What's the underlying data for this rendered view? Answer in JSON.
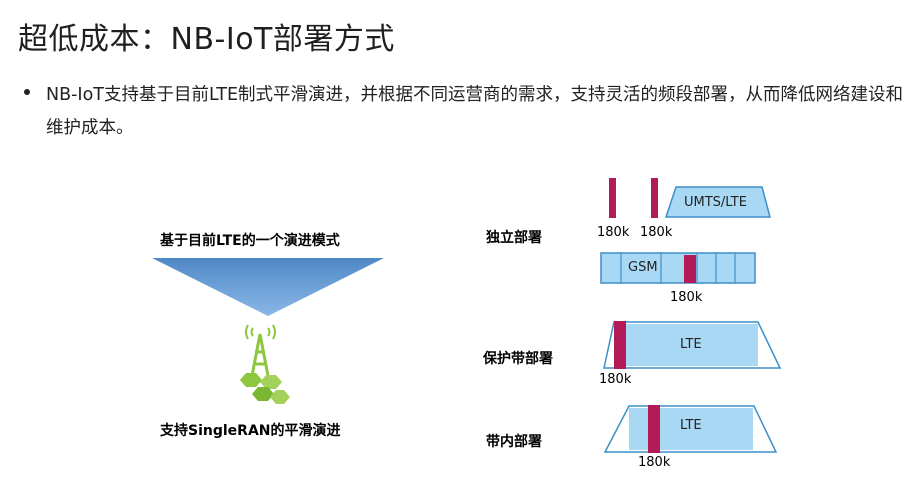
{
  "title": "超低成本：NB-IoT部署方式",
  "bullet": "NB-IoT支持基于目前LTE制式平滑演进，并根据不同运营商的需求，支持灵活的频段部署，从而降低网络建设和维护成本。",
  "left": {
    "top_label": "基于目前LTE的一个演进模式",
    "bottom_label": "支持SingleRAN的平滑演进"
  },
  "modes": {
    "standalone": {
      "label": "独立部署",
      "freq_1": "180k",
      "freq_2": "180k",
      "band_umts": "UMTS/LTE",
      "band_gsm": "GSM",
      "freq_3": "180k"
    },
    "guardband": {
      "label": "保护带部署",
      "band": "LTE",
      "freq": "180k"
    },
    "inband": {
      "label": "带内部署",
      "band": "LTE",
      "freq": "180k"
    }
  },
  "colors": {
    "nb_carrier": "#b31b58",
    "band_fill": "#a9d8f5",
    "band_outline": "#3d8fc8",
    "triangle": "#5d96cf",
    "antenna_green": "#8dc63f"
  }
}
